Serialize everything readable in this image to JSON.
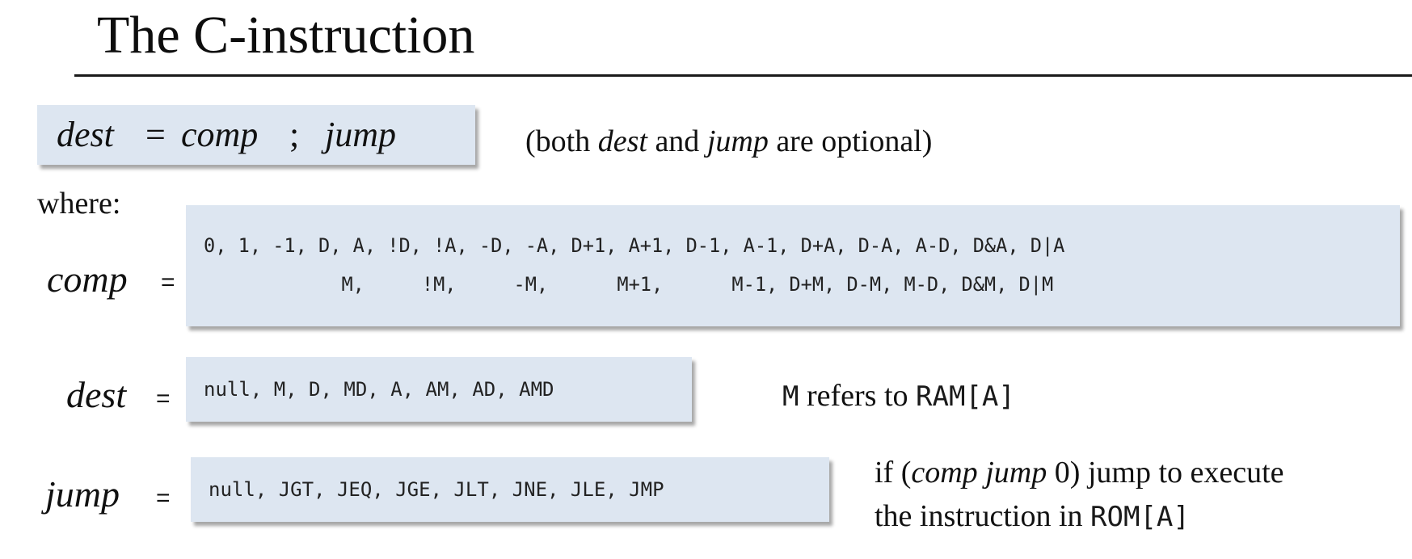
{
  "title": "The C-instruction",
  "syntax": {
    "dest": "dest",
    "equals": "=",
    "comp": "comp",
    "semicolon": ";",
    "jump": "jump"
  },
  "optional_note": {
    "open": "(both ",
    "dest": "dest",
    "and": " and ",
    "jump": "jump",
    "close": " are optional)"
  },
  "where_label": "where:",
  "comp": {
    "label": "comp",
    "equals": "=",
    "line1": "0, 1, -1, D, A, !D, !A, -D, -A, D+1, A+1, D-1, A-1, D+A, D-A, A-D, D&A, D|A",
    "line2": "            M,     !M,     -M,      M+1,      M-1, D+M, D-M, M-D, D&M, D|M"
  },
  "dest": {
    "label": "dest",
    "equals": "=",
    "values": "null, M, D, MD, A, AM, AD, AMD",
    "note_code_m": "M",
    "note_text": " refers to ",
    "note_code_ram": "RAM[A]"
  },
  "jump": {
    "label": "jump",
    "equals": "=",
    "values": "null, JGT, JEQ, JGE, JLT, JNE, JLE, JMP",
    "note_if": "if (",
    "note_comp": "comp",
    "note_space": " ",
    "note_jump": "jump",
    "note_rest": " 0) jump to execute",
    "note_line2": "the instruction in ",
    "note_code_rom": "ROM[A]"
  }
}
